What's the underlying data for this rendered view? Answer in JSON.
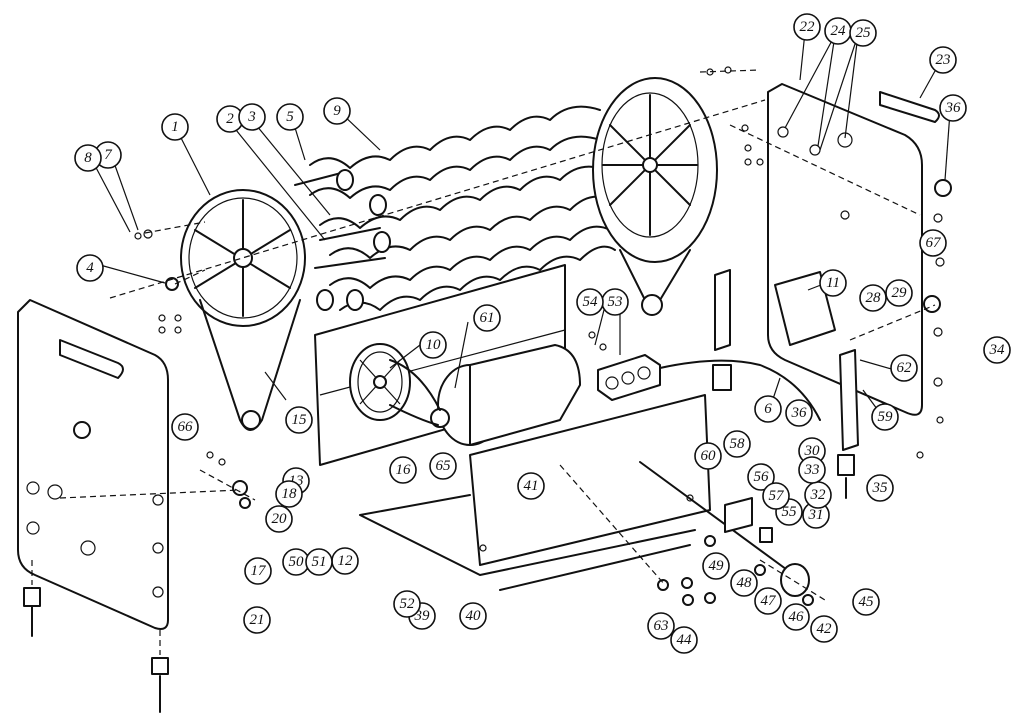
{
  "diagram": {
    "callouts": [
      {
        "id": "c1",
        "label": "1"
      },
      {
        "id": "c2",
        "label": "2"
      },
      {
        "id": "c3",
        "label": "3"
      },
      {
        "id": "c4",
        "label": "4"
      },
      {
        "id": "c5",
        "label": "5"
      },
      {
        "id": "c6",
        "label": "6"
      },
      {
        "id": "c7",
        "label": "7"
      },
      {
        "id": "c8",
        "label": "8"
      },
      {
        "id": "c9",
        "label": "9"
      },
      {
        "id": "c10",
        "label": "10"
      },
      {
        "id": "c11",
        "label": "11"
      },
      {
        "id": "c12",
        "label": "12"
      },
      {
        "id": "c13",
        "label": "13"
      },
      {
        "id": "c15",
        "label": "15"
      },
      {
        "id": "c16",
        "label": "16"
      },
      {
        "id": "c17",
        "label": "17"
      },
      {
        "id": "c18",
        "label": "18"
      },
      {
        "id": "c20",
        "label": "20"
      },
      {
        "id": "c21",
        "label": "21"
      },
      {
        "id": "c22",
        "label": "22"
      },
      {
        "id": "c23",
        "label": "23"
      },
      {
        "id": "c24",
        "label": "24"
      },
      {
        "id": "c25",
        "label": "25"
      },
      {
        "id": "c28",
        "label": "28"
      },
      {
        "id": "c29",
        "label": "29"
      },
      {
        "id": "c30",
        "label": "30"
      },
      {
        "id": "c31",
        "label": "31"
      },
      {
        "id": "c32",
        "label": "32"
      },
      {
        "id": "c33",
        "label": "33"
      },
      {
        "id": "c34",
        "label": "34"
      },
      {
        "id": "c35",
        "label": "35"
      },
      {
        "id": "c36a",
        "label": "36"
      },
      {
        "id": "c36b",
        "label": "36"
      },
      {
        "id": "c39",
        "label": "39"
      },
      {
        "id": "c40",
        "label": "40"
      },
      {
        "id": "c41",
        "label": "41"
      },
      {
        "id": "c42",
        "label": "42"
      },
      {
        "id": "c44",
        "label": "44"
      },
      {
        "id": "c45",
        "label": "45"
      },
      {
        "id": "c46",
        "label": "46"
      },
      {
        "id": "c47",
        "label": "47"
      },
      {
        "id": "c48",
        "label": "48"
      },
      {
        "id": "c49",
        "label": "49"
      },
      {
        "id": "c50",
        "label": "50"
      },
      {
        "id": "c51",
        "label": "51"
      },
      {
        "id": "c52",
        "label": "52"
      },
      {
        "id": "c53",
        "label": "53"
      },
      {
        "id": "c54",
        "label": "54"
      },
      {
        "id": "c55",
        "label": "55"
      },
      {
        "id": "c56",
        "label": "56"
      },
      {
        "id": "c57",
        "label": "57"
      },
      {
        "id": "c58",
        "label": "58"
      },
      {
        "id": "c59",
        "label": "59"
      },
      {
        "id": "c60",
        "label": "60"
      },
      {
        "id": "c61",
        "label": "61"
      },
      {
        "id": "c62",
        "label": "62"
      },
      {
        "id": "c63",
        "label": "63"
      },
      {
        "id": "c65",
        "label": "65"
      },
      {
        "id": "c66",
        "label": "66"
      },
      {
        "id": "c67",
        "label": "67"
      }
    ]
  }
}
